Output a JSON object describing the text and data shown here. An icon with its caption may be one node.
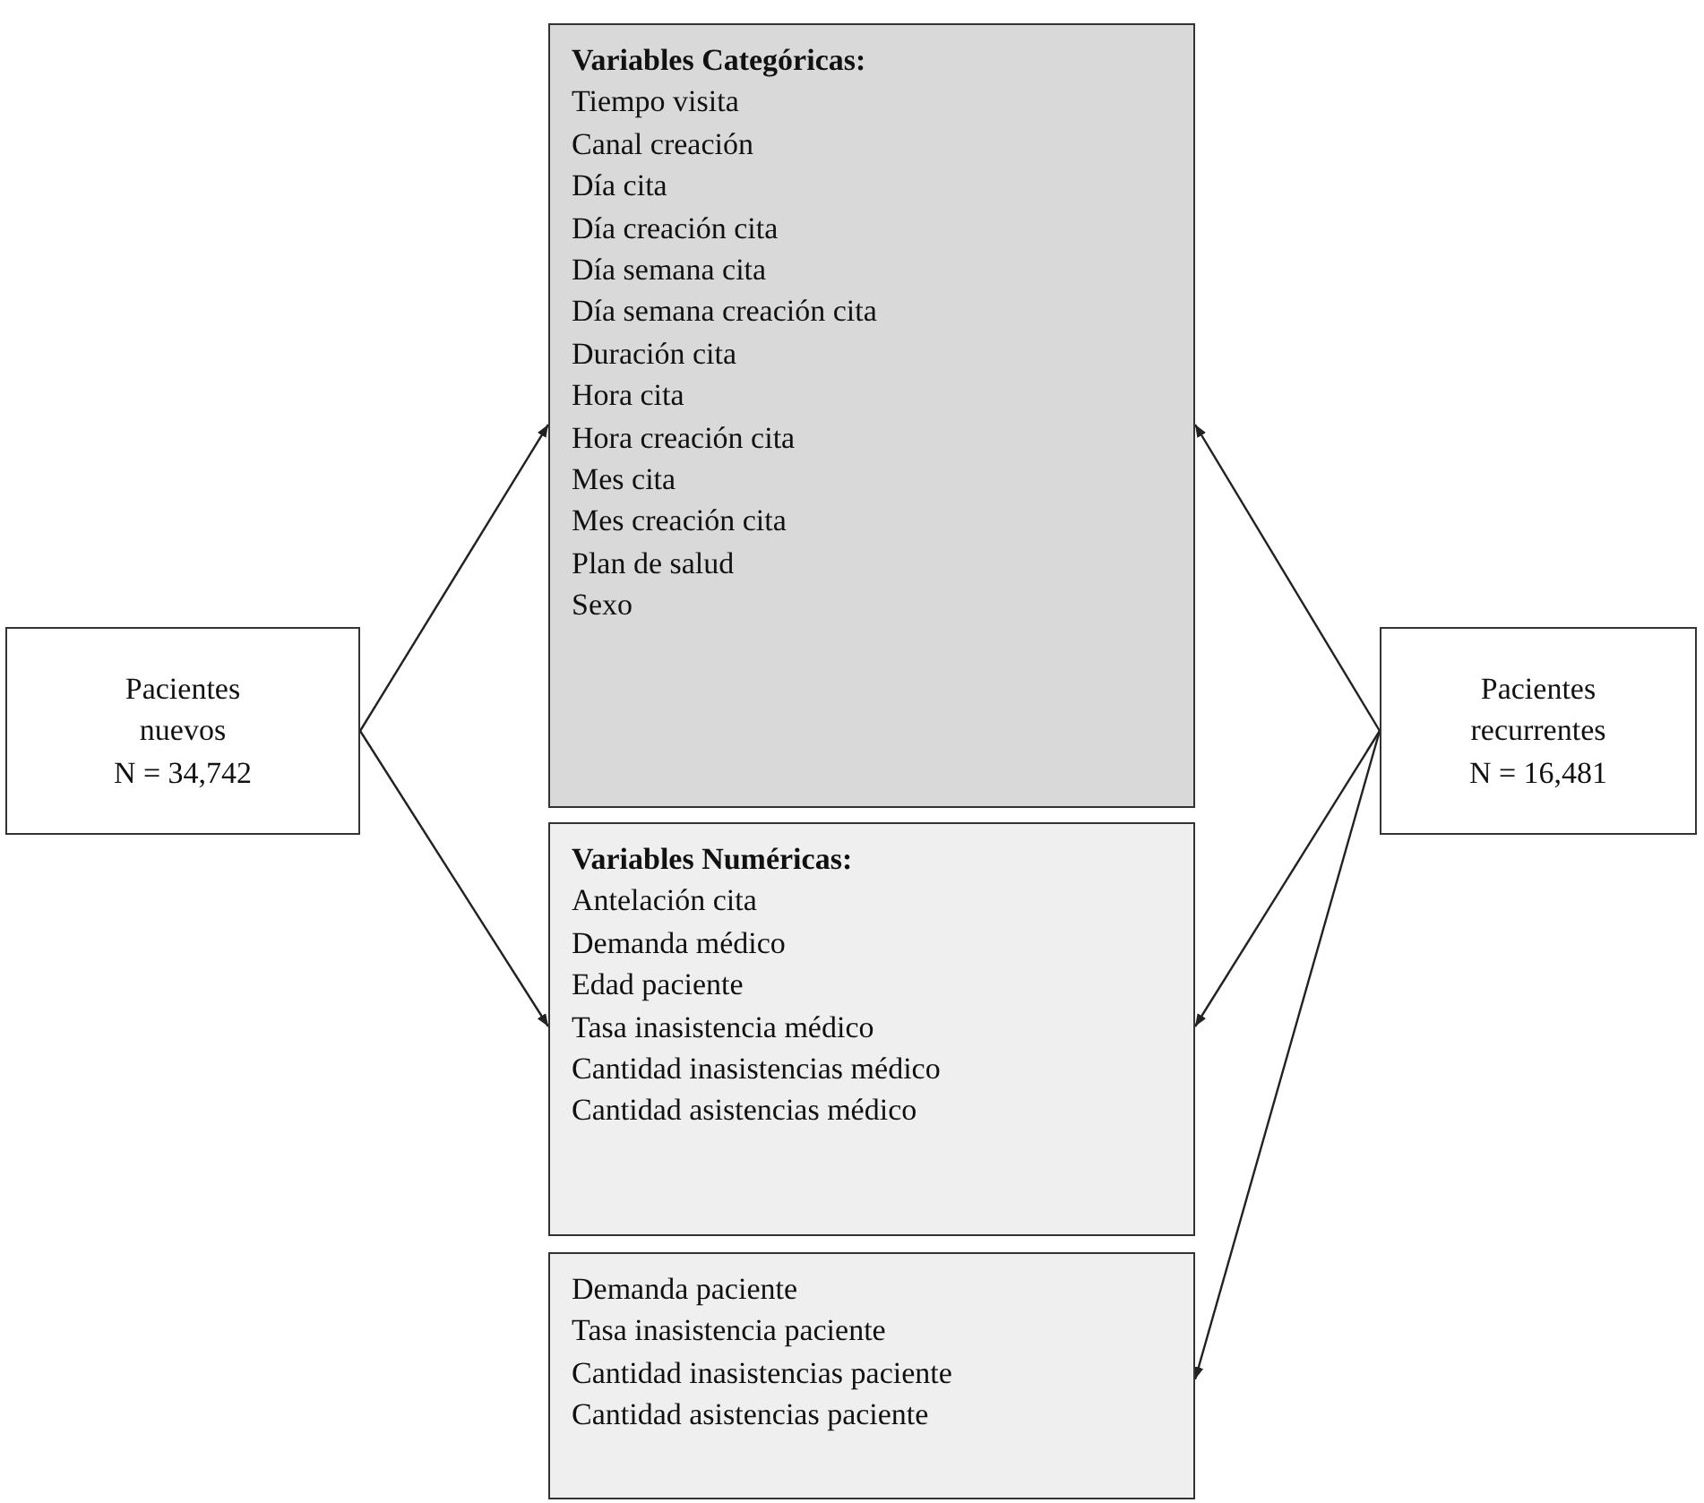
{
  "diagram": {
    "nodes": [
      {
        "text": [
          "Pacientes nuevos",
          "N = 34,742"
        ]
      },
      {
        "text": [
          "Variables Categóricas:",
          "Tiempo visita",
          "Canal creación",
          "Día cita",
          "Día creación cita",
          "Día semana cita",
          "Día semana creación cita",
          "Duración cita",
          "Hora cita",
          "Hora creación cita",
          "Mes cita",
          "Mes creación cita",
          "Plan de salud",
          "Sexo"
        ]
      },
      {
        "text": [
          "Variables Numéricas:",
          "Antelación cita",
          "Demanda médico",
          "Edad paciente",
          "Tasa inasistencia médico",
          "Cantidad inasistencias médico",
          "Cantidad asistencias médico"
        ]
      },
      {
        "text": [
          "Demanda paciente",
          "Tasa inasistencia paciente",
          "Cantidad inasistencias paciente",
          "Cantidad asistencias paciente"
        ]
      },
      {
        "text": [
          "Pacientes recurrentes",
          "N = 16,481"
        ]
      }
    ],
    "edges": [
      {
        "from": 0,
        "to": 1,
        "arrow": "to"
      },
      {
        "from": 0,
        "to": 2,
        "arrow": "to"
      },
      {
        "from": 4,
        "to": 1,
        "arrow": "to"
      },
      {
        "from": 4,
        "to": 2,
        "arrow": "to"
      },
      {
        "from": 4,
        "to": 3,
        "arrow": "to"
      }
    ]
  }
}
